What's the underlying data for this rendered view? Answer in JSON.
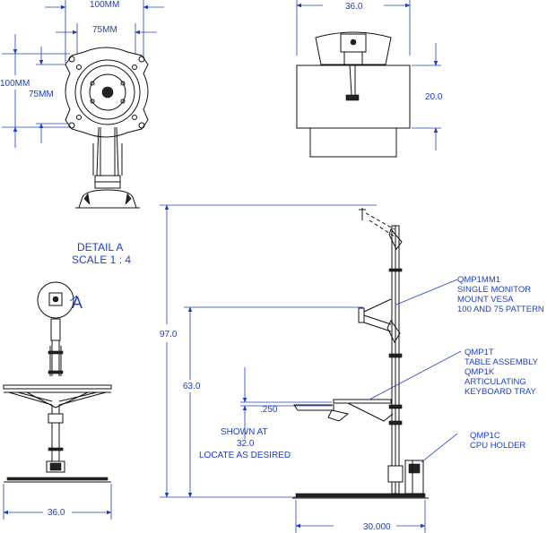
{
  "top_left": {
    "dim_100_h": "100MM",
    "dim_75_h": "75MM",
    "dim_100_v": "100MM",
    "dim_75_v": "75MM"
  },
  "top_right": {
    "width": "36.0",
    "depth": "20.0"
  },
  "detail": {
    "title_line1": "DETAIL A",
    "title_line2": "SCALE 1 : 4",
    "marker": "A"
  },
  "front_view": {
    "width": "36.0"
  },
  "side_view": {
    "height_total": "97.0",
    "height_table": "63.0",
    "gap": ".250",
    "note_line1": "SHOWN AT",
    "note_line2": "32.0",
    "note_line3": "LOCATE AS DESIRED",
    "base_depth": "30.000"
  },
  "callouts": [
    {
      "lines": [
        "QMP1MM1",
        "SINGLE MONITOR",
        "MOUNT VESA",
        "100 AND 75 PATTERN"
      ]
    },
    {
      "lines": [
        "QMP1T",
        "TABLE ASSEMBLY",
        "QMP1K",
        "ARTICULATING",
        "KEYBOARD TRAY"
      ]
    },
    {
      "lines": [
        "QMP1C",
        "CPU HOLDER"
      ]
    }
  ]
}
